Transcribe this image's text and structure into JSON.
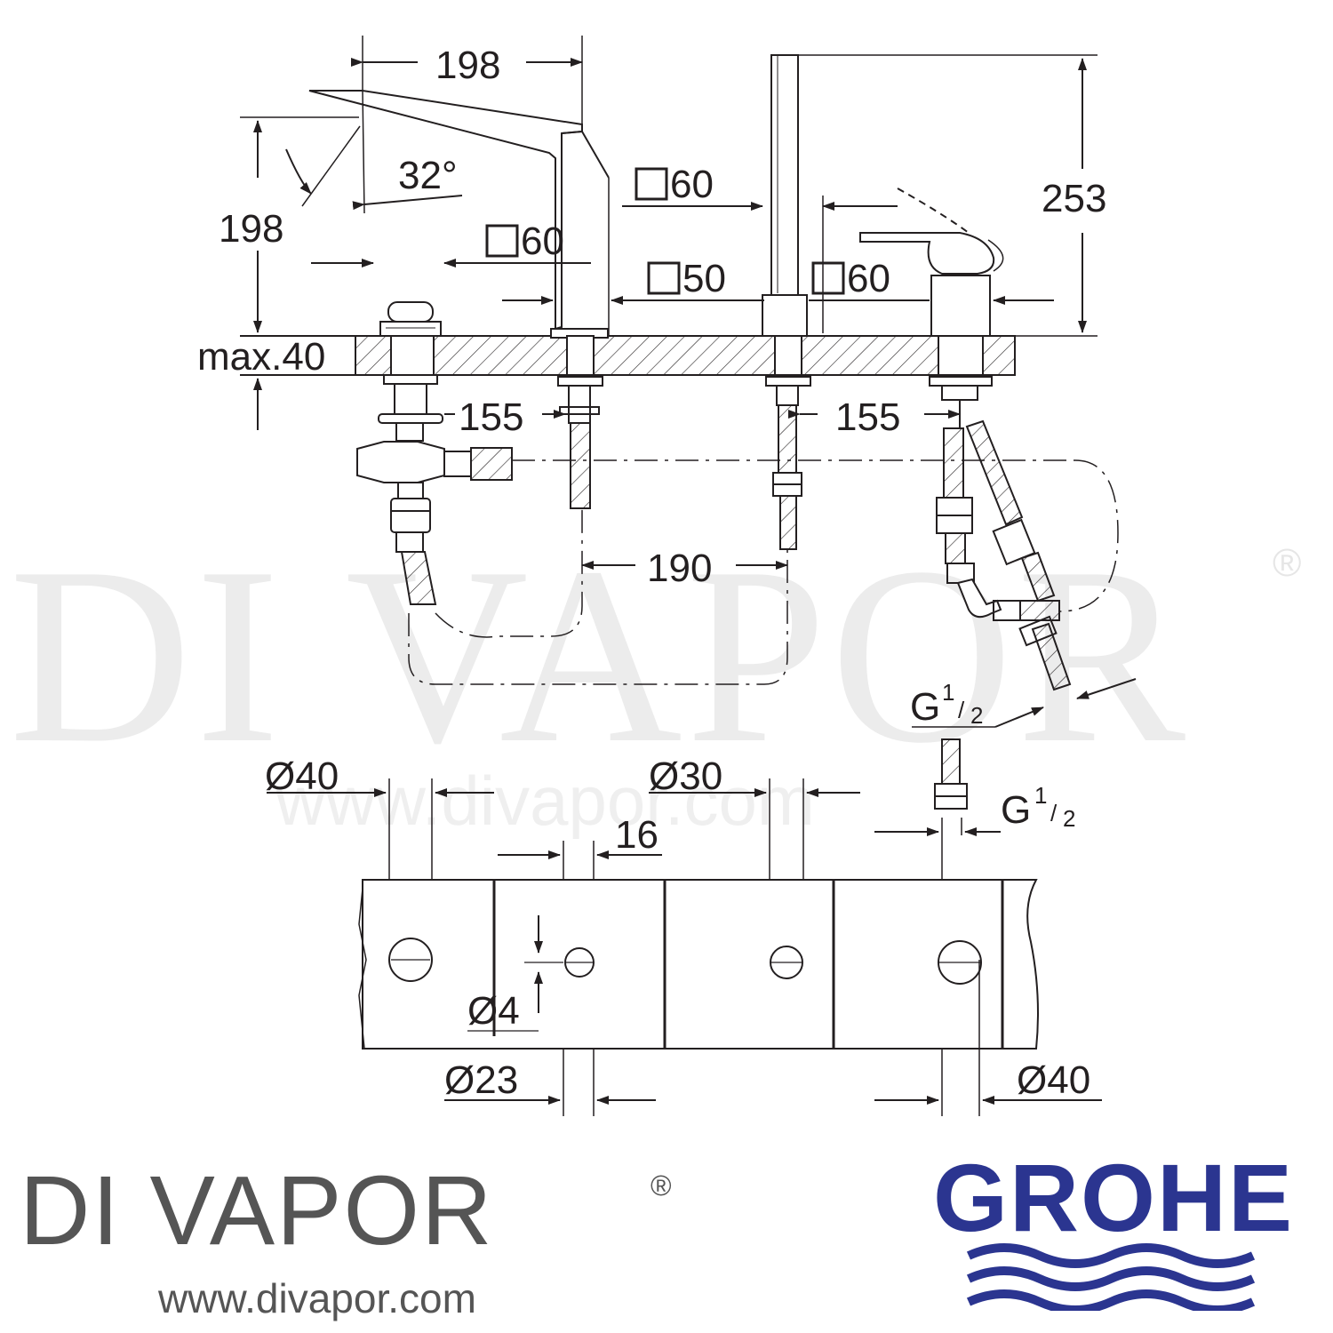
{
  "watermark": {
    "big_text": "DI VAPOR",
    "registered": "®",
    "url": "www.divapor.com"
  },
  "dimensions": {
    "spout_width": "198",
    "spout_height": "198",
    "spout_angle": "32°",
    "square_60_a": "60",
    "square_60_b": "60",
    "square_60_c": "60",
    "square_50": "50",
    "total_height": "253",
    "deck_max": "max.40",
    "left_155": "155",
    "right_155": "155",
    "spacing_190": "190",
    "thread_hose": "G",
    "thread_hose_frac_num": "1",
    "thread_hose_frac_den": "2",
    "dia_40_left": "Ø40",
    "dia_30": "Ø30",
    "dim_16": "16",
    "thread_bottom": "G",
    "thread_bottom_frac_num": "1",
    "thread_bottom_frac_den": "2",
    "dia_4": "Ø4",
    "dia_23": "Ø23",
    "dia_40_right": "Ø40"
  },
  "branding": {
    "left_name": "DI VAPOR",
    "left_registered": "®",
    "left_url": "www.divapor.com",
    "right_name": "GROHE",
    "colors": {
      "grohe_blue": "#2b3590",
      "divapor_grey": "#555555",
      "line_color": "#231f20"
    }
  }
}
